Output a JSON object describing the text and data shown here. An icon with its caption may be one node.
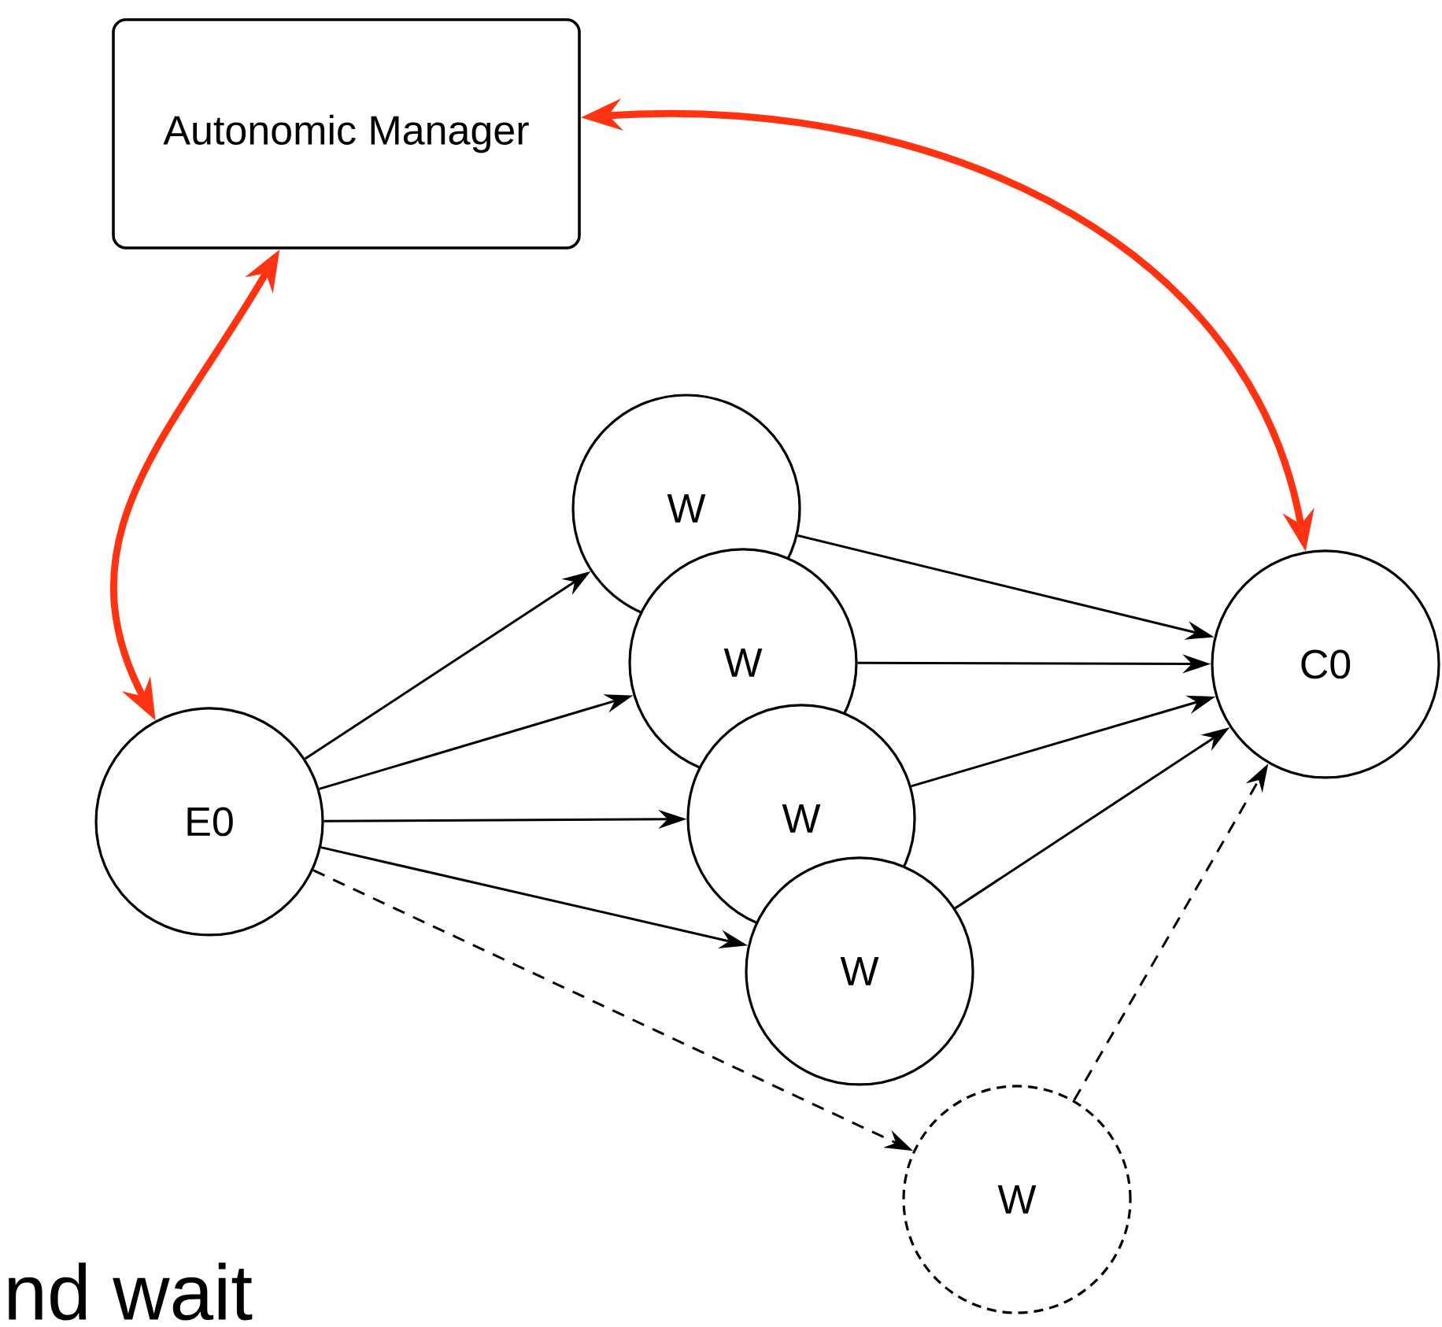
{
  "diagram": {
    "nodes": [
      {
        "text": [
          "Autonomic Manager"
        ]
      },
      {
        "text": [
          "E0"
        ]
      },
      {
        "text": [
          "W"
        ]
      },
      {
        "text": [
          "W"
        ]
      },
      {
        "text": [
          "W"
        ]
      },
      {
        "text": [
          "W"
        ]
      },
      {
        "text": [
          "W"
        ]
      },
      {
        "text": [
          "C0"
        ]
      }
    ],
    "edges": [
      {
        "from": 0,
        "to": 1,
        "arrow": "both",
        "style": "thick",
        "color": "#ff3311"
      },
      {
        "from": 0,
        "to": 7,
        "arrow": "both",
        "style": "thick",
        "color": "#ff3311"
      },
      {
        "from": 1,
        "to": 2,
        "arrow": "to"
      },
      {
        "from": 1,
        "to": 3,
        "arrow": "to"
      },
      {
        "from": 1,
        "to": 4,
        "arrow": "to"
      },
      {
        "from": 1,
        "to": 5,
        "arrow": "to"
      },
      {
        "from": 1,
        "to": 6,
        "arrow": "to",
        "style": "dashed"
      },
      {
        "from": 2,
        "to": 7,
        "arrow": "to"
      },
      {
        "from": 3,
        "to": 7,
        "arrow": "to"
      },
      {
        "from": 4,
        "to": 7,
        "arrow": "to"
      },
      {
        "from": 5,
        "to": 7,
        "arrow": "to"
      },
      {
        "from": 6,
        "to": 7,
        "arrow": "to",
        "style": "dashed"
      }
    ],
    "labels": [
      "nd wait"
    ]
  }
}
